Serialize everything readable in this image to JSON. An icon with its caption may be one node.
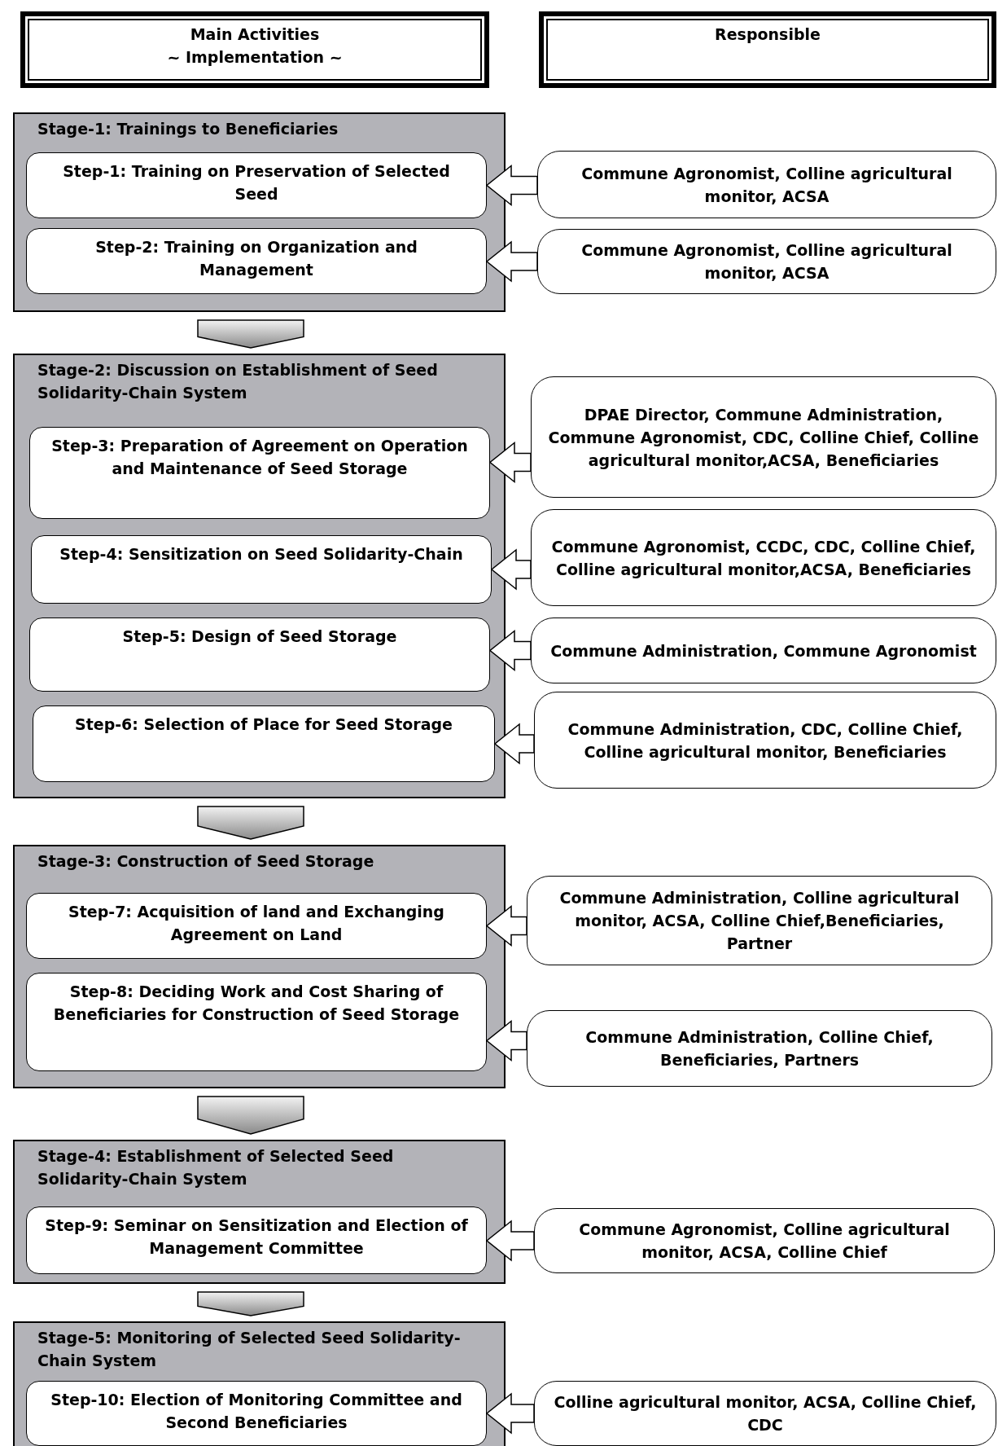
{
  "diagram": {
    "nodes": [
      {
        "text": [
          "Main Activities",
          "~ Implementation ~"
        ]
      },
      {
        "text": [
          "Responsible"
        ]
      },
      {
        "text": [
          "Stage-1: Trainings to Beneficiaries"
        ]
      },
      {
        "text": [
          "Step-1: Training on Preservation of Selected Seed"
        ],
        "in": 2
      },
      {
        "text": [
          "Step-2: Training on Organization and Management"
        ],
        "in": 2
      },
      {
        "text": [
          "Commune Agronomist, Colline agricultural monitor, ACSA"
        ]
      },
      {
        "text": [
          "Commune Agronomist, Colline agricultural monitor, ACSA"
        ]
      },
      {
        "text": [
          "Stage-2: Discussion on Establishment of Seed Solidarity-Chain System"
        ]
      },
      {
        "text": [
          "Step-3: Preparation of Agreement on Operation and Maintenance of Seed Storage"
        ],
        "in": 7
      },
      {
        "text": [
          "Step-4: Sensitization on Seed Solidarity-Chain"
        ],
        "in": 7
      },
      {
        "text": [
          "Step-5: Design of Seed Storage"
        ],
        "in": 7
      },
      {
        "text": [
          "Step-6: Selection of Place for Seed Storage"
        ],
        "in": 7
      },
      {
        "text": [
          "DPAE Director, Commune Administration, Commune Agronomist, CDC, Colline Chief, Colline agricultural monitor,ACSA, Beneficiaries"
        ]
      },
      {
        "text": [
          "Commune Agronomist, CCDC, CDC, Colline Chief, Colline agricultural monitor,ACSA, Beneficiaries"
        ]
      },
      {
        "text": [
          "Commune Administration, Commune Agronomist"
        ]
      },
      {
        "text": [
          "Commune Administration, CDC, Colline Chief, Colline agricultural monitor, Beneficiaries"
        ]
      },
      {
        "text": [
          "Stage-3: Construction of Seed Storage"
        ]
      },
      {
        "text": [
          "Step-7: Acquisition of land and Exchanging Agreement on Land"
        ],
        "in": 16
      },
      {
        "text": [
          "Step-8: Deciding Work and Cost Sharing of Beneficiaries for Construction of Seed Storage"
        ],
        "in": 16
      },
      {
        "text": [
          "Commune Administration, Colline agricultural monitor, ACSA, Colline Chief,Beneficiaries, Partner"
        ]
      },
      {
        "text": [
          "Commune Administration, Colline Chief, Beneficiaries, Partners"
        ]
      },
      {
        "text": [
          "Stage-4: Establishment of Selected Seed Solidarity-Chain System"
        ]
      },
      {
        "text": [
          "Step-9: Seminar on Sensitization and Election of Management Committee"
        ],
        "in": 21
      },
      {
        "text": [
          "Commune Agronomist, Colline agricultural monitor, ACSA, Colline Chief"
        ]
      },
      {
        "text": [
          "Stage-5: Monitoring of Selected Seed Solidarity-Chain System"
        ]
      },
      {
        "text": [
          "Step-10: Election of Monitoring Committee and Second Beneficiaries"
        ],
        "in": 24
      },
      {
        "text": [
          "Colline agricultural monitor, ACSA, Colline Chief, CDC"
        ]
      }
    ],
    "edges": [
      {
        "from": 5,
        "to": 3,
        "arrow": "to"
      },
      {
        "from": 6,
        "to": 4,
        "arrow": "to"
      },
      {
        "from": 2,
        "to": 7,
        "arrow": "to"
      },
      {
        "from": 12,
        "to": 8,
        "arrow": "to"
      },
      {
        "from": 13,
        "to": 9,
        "arrow": "to"
      },
      {
        "from": 14,
        "to": 10,
        "arrow": "to"
      },
      {
        "from": 15,
        "to": 11,
        "arrow": "to"
      },
      {
        "from": 7,
        "to": 16,
        "arrow": "to"
      },
      {
        "from": 19,
        "to": 17,
        "arrow": "to"
      },
      {
        "from": 20,
        "to": 18,
        "arrow": "to"
      },
      {
        "from": 16,
        "to": 21,
        "arrow": "to"
      },
      {
        "from": 23,
        "to": 22,
        "arrow": "to"
      },
      {
        "from": 21,
        "to": 24,
        "arrow": "to"
      },
      {
        "from": 26,
        "to": 25,
        "arrow": "to"
      }
    ]
  }
}
